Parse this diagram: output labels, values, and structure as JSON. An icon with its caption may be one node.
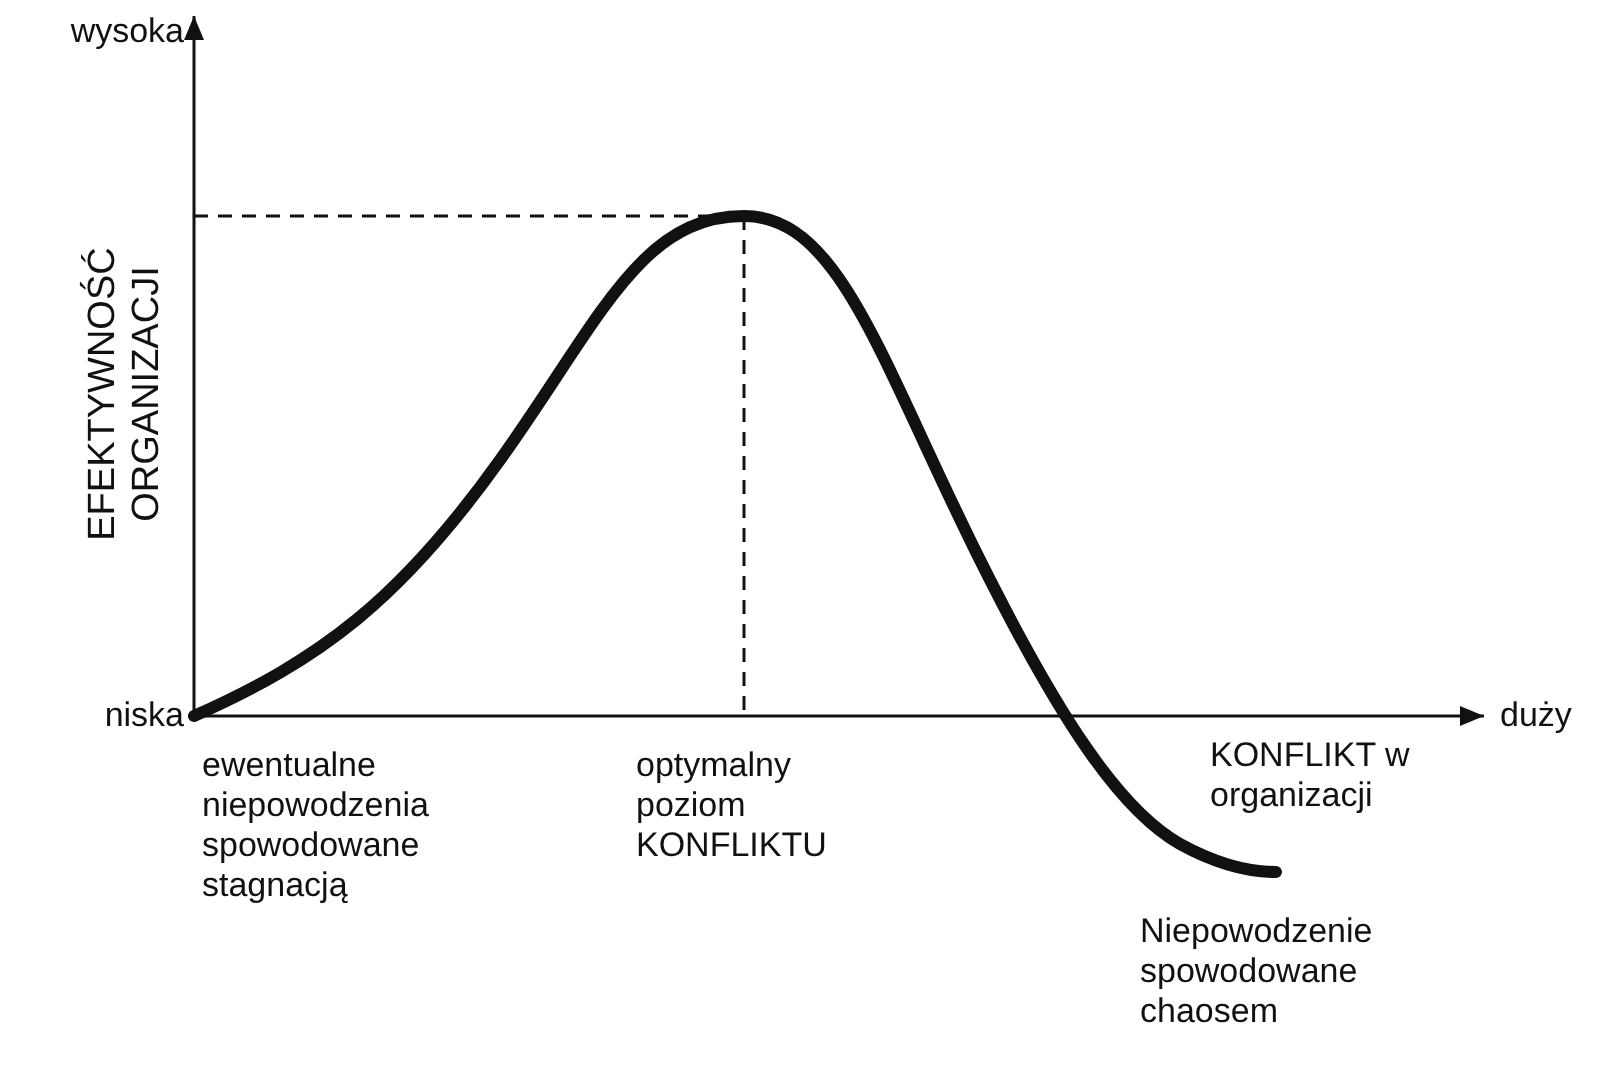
{
  "diagram": {
    "labels": [
      "wysoka",
      "EFEKTYWNOŚĆ ORGANIZACJI",
      "niska",
      "duży",
      "ewentualne niepowodzenia spowodowane stagnacją",
      "optymalny poziom KONFLIKTU",
      "KONFLIKT w organizacji",
      "Niepowodzenie spowodowane chaosem"
    ]
  }
}
